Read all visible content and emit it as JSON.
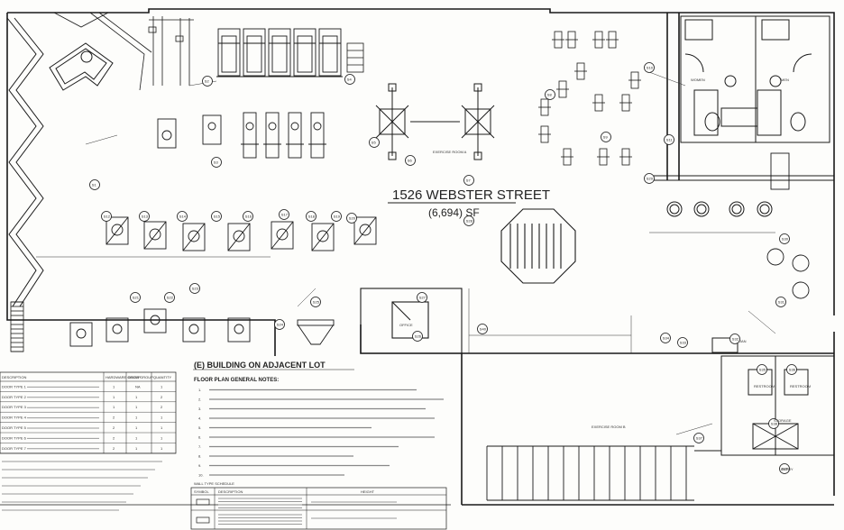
{
  "title": {
    "address": "1526 WEBSTER STREET",
    "area": "(6,694) SF"
  },
  "adjacent_lot": "(E) BUILDING ON ADJACENT LOT",
  "general_notes": {
    "heading": "FLOOR PLAN GENERAL NOTES:",
    "items": [
      "1.",
      "2.",
      "3.",
      "4.",
      "5.",
      "6.",
      "7.",
      "8.",
      "9.",
      "10."
    ]
  },
  "room_labels": {
    "exercise_room_a": "EXERCISE ROOM A",
    "exercise_room_b": "EXERCISE ROOM B",
    "storage": "STORAGE",
    "office": "OFFICE",
    "women": "WOMEN",
    "men": "MEN",
    "restroom_1": "RESTROOM",
    "restroom_2": "RESTROOM",
    "janitor": "JAN",
    "entry": "ENTRY"
  },
  "door_schedule": {
    "headers": [
      "DESCRIPTION",
      "HARDWARE GROUP",
      "DOOR GROUP",
      "QUANTITY"
    ],
    "rows": [
      {
        "desc": "DOOR TYPE 1",
        "hw": "1",
        "door": "NA",
        "qty": "1"
      },
      {
        "desc": "DOOR TYPE 2",
        "hw": "1",
        "door": "1",
        "qty": "2"
      },
      {
        "desc": "DOOR TYPE 3",
        "hw": "1",
        "door": "1",
        "qty": "2"
      },
      {
        "desc": "DOOR TYPE 4",
        "hw": "2",
        "door": "1",
        "qty": "1"
      },
      {
        "desc": "DOOR TYPE 5",
        "hw": "2",
        "door": "1",
        "qty": "1"
      },
      {
        "desc": "DOOR TYPE 6",
        "hw": "2",
        "door": "1",
        "qty": "1"
      },
      {
        "desc": "DOOR TYPE 7",
        "hw": "2",
        "door": "1",
        "qty": "1"
      }
    ]
  },
  "wall_schedule": {
    "title": "WALL TYPE SCHEDULE",
    "headers": [
      "SYMBOL",
      "DESCRIPTION",
      "HEIGHT"
    ]
  },
  "equipment_tags": [
    "S1",
    "S2",
    "S3",
    "S4",
    "S5",
    "S6",
    "S7",
    "S8",
    "S9",
    "S10",
    "S11",
    "S12",
    "S13",
    "S14",
    "S15",
    "S16",
    "S17",
    "S18",
    "S19",
    "S20",
    "S21",
    "S22",
    "S23",
    "S24",
    "S25",
    "S26",
    "S27",
    "S28",
    "S29",
    "S30",
    "S31",
    "S32",
    "S33",
    "S34",
    "S35",
    "S36",
    "S37",
    "S38",
    "S39",
    "S40"
  ],
  "colors": {
    "line": "#1a1a1a",
    "paper": "#fdfdfb",
    "light": "#777777"
  }
}
